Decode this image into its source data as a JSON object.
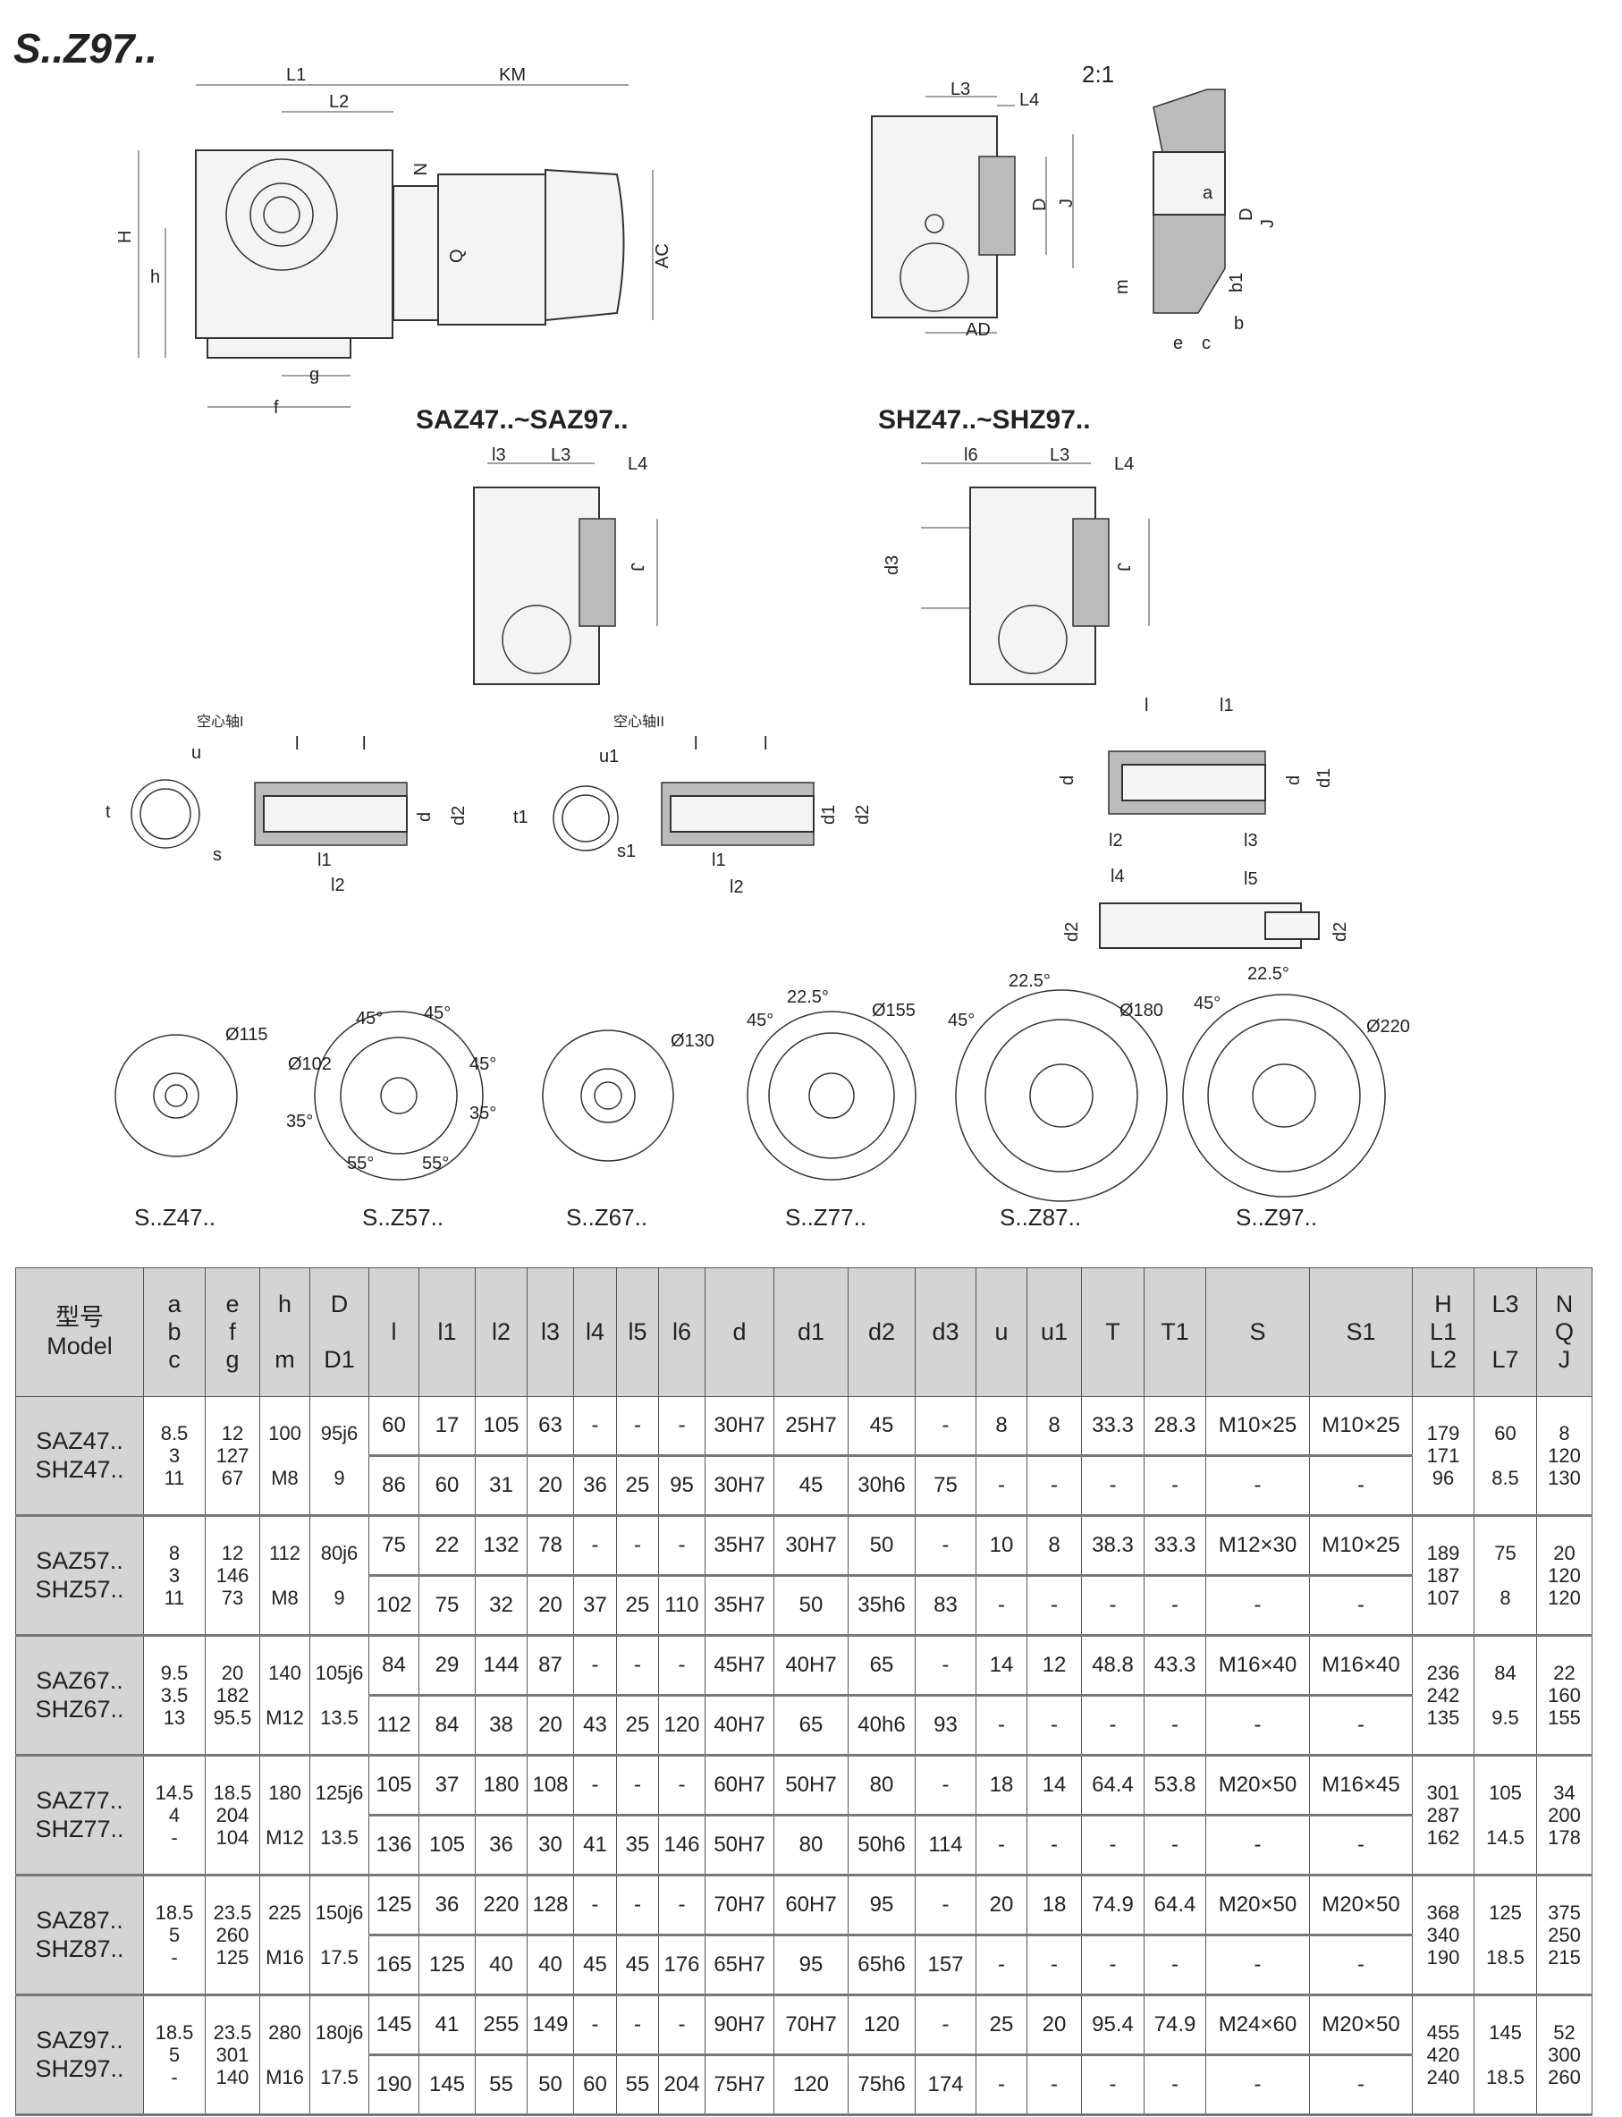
{
  "title": "S..Z97..",
  "main_drawing": {
    "labels": {
      "L1": "L1",
      "KM": "KM",
      "L2": "L2",
      "H": "H",
      "h": "h",
      "N": "N",
      "Q": "Q",
      "AC": "AC",
      "g": "g",
      "f": "f"
    }
  },
  "shaft_drawing": {
    "scale": "2:1",
    "labels": {
      "L3": "L3",
      "L4": "L4",
      "D": "D",
      "J": "J",
      "AD": "AD",
      "a": "a",
      "D2": "D",
      "J2": "J",
      "m": "m",
      "b1": "b1",
      "b": "b",
      "e": "e",
      "c": "c"
    }
  },
  "saz": {
    "title": "SAZ47..~SAZ97..",
    "labels": {
      "l3": "l3",
      "L3": "L3",
      "L4": "L4",
      "J": "J"
    }
  },
  "shz": {
    "title": "SHZ47..~SHZ97..",
    "labels": {
      "l6": "l6",
      "L3": "L3",
      "L4": "L4",
      "d3": "d3",
      "J": "J"
    }
  },
  "hollow1": {
    "title": "空心轴I",
    "labels": {
      "u": "u",
      "t": "t",
      "s": "s",
      "l_a": "l",
      "l_b": "l",
      "d": "d",
      "d2": "d2",
      "l1": "l1",
      "l2": "l2"
    }
  },
  "hollow2": {
    "title": "空心轴II",
    "labels": {
      "u1": "u1",
      "t1": "t1",
      "s1": "s1",
      "l_a": "l",
      "l_b": "l",
      "d1": "d1",
      "d2": "d2",
      "l1": "l1",
      "l2": "l2"
    }
  },
  "shaft_right": {
    "labels": {
      "l": "l",
      "l1": "l1",
      "d_a": "d",
      "d_b": "d",
      "d1": "d1",
      "l2": "l2",
      "l3": "l3",
      "l4": "l4",
      "l5": "l5",
      "d2_a": "d2",
      "d2_b": "d2"
    }
  },
  "flanges": [
    {
      "caption": "S..Z47..",
      "diameter": "Ø115"
    },
    {
      "caption": "S..Z57..",
      "diameter": "Ø102",
      "angles": [
        "45°",
        "45°",
        "45°",
        "35°",
        "35°",
        "55°",
        "55°"
      ]
    },
    {
      "caption": "S..Z67..",
      "diameter": "Ø130"
    },
    {
      "caption": "S..Z77..",
      "diameter": "Ø155",
      "angles": [
        "22.5°",
        "45°"
      ]
    },
    {
      "caption": "S..Z87..",
      "diameter": "Ø180",
      "angles": [
        "22.5°",
        "45°"
      ]
    },
    {
      "caption": "S..Z97..",
      "diameter": "Ø220",
      "angles": [
        "22.5°",
        "45°"
      ]
    }
  ],
  "table": {
    "headers": [
      "型号\nModel",
      "a\nb\nc",
      "e\nf\ng",
      "h\n\nm",
      "D\n\nD1",
      "l",
      "l1",
      "l2",
      "l3",
      "l4",
      "l5",
      "l6",
      "d",
      "d1",
      "d2",
      "d3",
      "u",
      "u1",
      "T",
      "T1",
      "S",
      "S1",
      "H\nL1\nL2",
      "L3\n\nL7",
      "N\nQ\nJ"
    ],
    "groups": [
      {
        "model": "SAZ47..\nSHZ47..",
        "abc": "8.5\n3\n11",
        "efg": "12\n127\n67",
        "hm": "100\n\nM8",
        "dd1": "95j6\n\n9",
        "row1": [
          "60",
          "17",
          "105",
          "63",
          "-",
          "-",
          "-",
          "30H7",
          "25H7",
          "45",
          "-",
          "8",
          "8",
          "33.3",
          "28.3",
          "M10×25",
          "M10×25"
        ],
        "row2": [
          "86",
          "60",
          "31",
          "20",
          "36",
          "25",
          "95",
          "30H7",
          "45",
          "30h6",
          "75",
          "-",
          "-",
          "-",
          "-",
          "-",
          "-"
        ],
        "hl": "179\n171\n96",
        "l3l7": "60\n\n8.5",
        "nqj": "8\n120\n130"
      },
      {
        "model": "SAZ57..\nSHZ57..",
        "abc": "8\n3\n11",
        "efg": "12\n146\n73",
        "hm": "112\n\nM8",
        "dd1": "80j6\n\n9",
        "row1": [
          "75",
          "22",
          "132",
          "78",
          "-",
          "-",
          "-",
          "35H7",
          "30H7",
          "50",
          "-",
          "10",
          "8",
          "38.3",
          "33.3",
          "M12×30",
          "M10×25"
        ],
        "row2": [
          "102",
          "75",
          "32",
          "20",
          "37",
          "25",
          "110",
          "35H7",
          "50",
          "35h6",
          "83",
          "-",
          "-",
          "-",
          "-",
          "-",
          "-"
        ],
        "hl": "189\n187\n107",
        "l3l7": "75\n\n8",
        "nqj": "20\n120\n120"
      },
      {
        "model": "SAZ67..\nSHZ67..",
        "abc": "9.5\n3.5\n13",
        "efg": "20\n182\n95.5",
        "hm": "140\n\nM12",
        "dd1": "105j6\n\n13.5",
        "row1": [
          "84",
          "29",
          "144",
          "87",
          "-",
          "-",
          "-",
          "45H7",
          "40H7",
          "65",
          "-",
          "14",
          "12",
          "48.8",
          "43.3",
          "M16×40",
          "M16×40"
        ],
        "row2": [
          "112",
          "84",
          "38",
          "20",
          "43",
          "25",
          "120",
          "40H7",
          "65",
          "40h6",
          "93",
          "-",
          "-",
          "-",
          "-",
          "-",
          "-"
        ],
        "hl": "236\n242\n135",
        "l3l7": "84\n\n9.5",
        "nqj": "22\n160\n155"
      },
      {
        "model": "SAZ77..\nSHZ77..",
        "abc": "14.5\n4\n-",
        "efg": "18.5\n204\n104",
        "hm": "180\n\nM12",
        "dd1": "125j6\n\n13.5",
        "row1": [
          "105",
          "37",
          "180",
          "108",
          "-",
          "-",
          "-",
          "60H7",
          "50H7",
          "80",
          "-",
          "18",
          "14",
          "64.4",
          "53.8",
          "M20×50",
          "M16×45"
        ],
        "row2": [
          "136",
          "105",
          "36",
          "30",
          "41",
          "35",
          "146",
          "50H7",
          "80",
          "50h6",
          "114",
          "-",
          "-",
          "-",
          "-",
          "-",
          "-"
        ],
        "hl": "301\n287\n162",
        "l3l7": "105\n\n14.5",
        "nqj": "34\n200\n178"
      },
      {
        "model": "SAZ87..\nSHZ87..",
        "abc": "18.5\n5\n-",
        "efg": "23.5\n260\n125",
        "hm": "225\n\nM16",
        "dd1": "150j6\n\n17.5",
        "row1": [
          "125",
          "36",
          "220",
          "128",
          "-",
          "-",
          "-",
          "70H7",
          "60H7",
          "95",
          "-",
          "20",
          "18",
          "74.9",
          "64.4",
          "M20×50",
          "M20×50"
        ],
        "row2": [
          "165",
          "125",
          "40",
          "40",
          "45",
          "45",
          "176",
          "65H7",
          "95",
          "65h6",
          "157",
          "-",
          "-",
          "-",
          "-",
          "-",
          "-"
        ],
        "hl": "368\n340\n190",
        "l3l7": "125\n\n18.5",
        "nqj": "375\n250\n215"
      },
      {
        "model": "SAZ97..\nSHZ97..",
        "abc": "18.5\n5\n-",
        "efg": "23.5\n301\n140",
        "hm": "280\n\nM16",
        "dd1": "180j6\n\n17.5",
        "row1": [
          "145",
          "41",
          "255",
          "149",
          "-",
          "-",
          "-",
          "90H7",
          "70H7",
          "120",
          "-",
          "25",
          "20",
          "95.4",
          "74.9",
          "M24×60",
          "M20×50"
        ],
        "row2": [
          "190",
          "145",
          "55",
          "50",
          "60",
          "55",
          "204",
          "75H7",
          "120",
          "75h6",
          "174",
          "-",
          "-",
          "-",
          "-",
          "-",
          "-"
        ],
        "hl": "455\n420\n240",
        "l3l7": "145\n\n18.5",
        "nqj": "52\n300\n260"
      }
    ]
  }
}
